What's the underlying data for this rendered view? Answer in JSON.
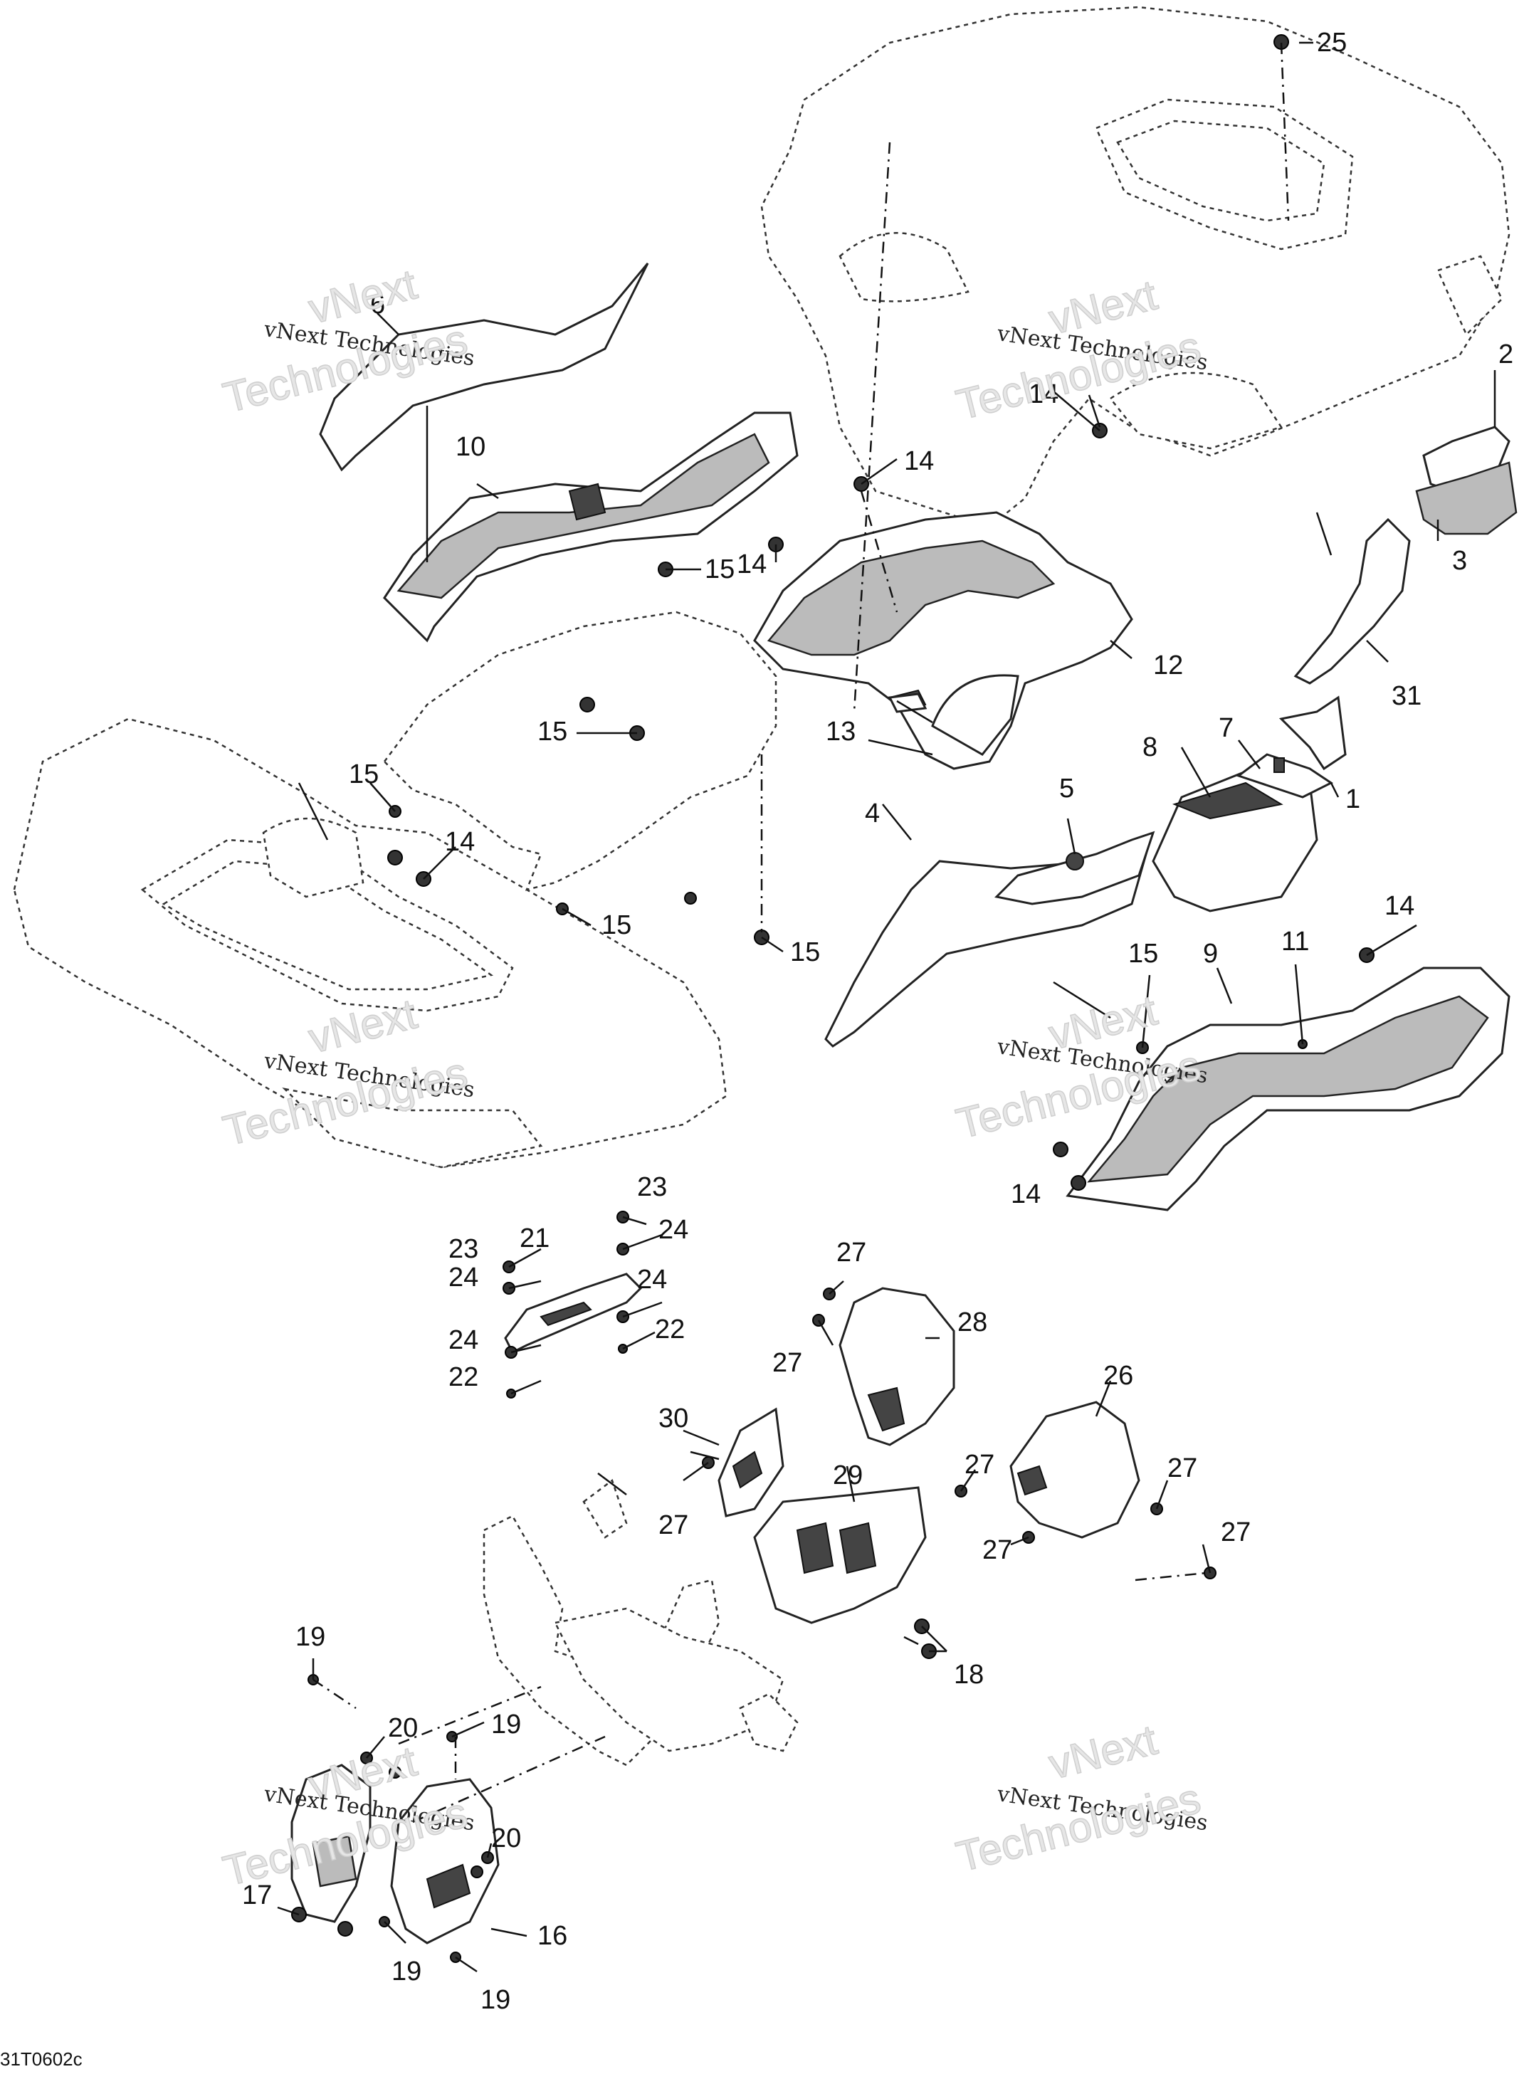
{
  "diagram": {
    "figure_code": "31T0602c",
    "watermark": {
      "company_line": "vNext Technologies",
      "large_line": "Technologies",
      "prefix": "vNext"
    },
    "callouts": [
      "1",
      "2",
      "3",
      "4",
      "5",
      "6",
      "7",
      "8",
      "9",
      "10",
      "11",
      "12",
      "13",
      "14",
      "15",
      "16",
      "17",
      "18",
      "19",
      "20",
      "21",
      "22",
      "23",
      "24",
      "25",
      "26",
      "27",
      "28",
      "29",
      "30",
      "31"
    ]
  }
}
